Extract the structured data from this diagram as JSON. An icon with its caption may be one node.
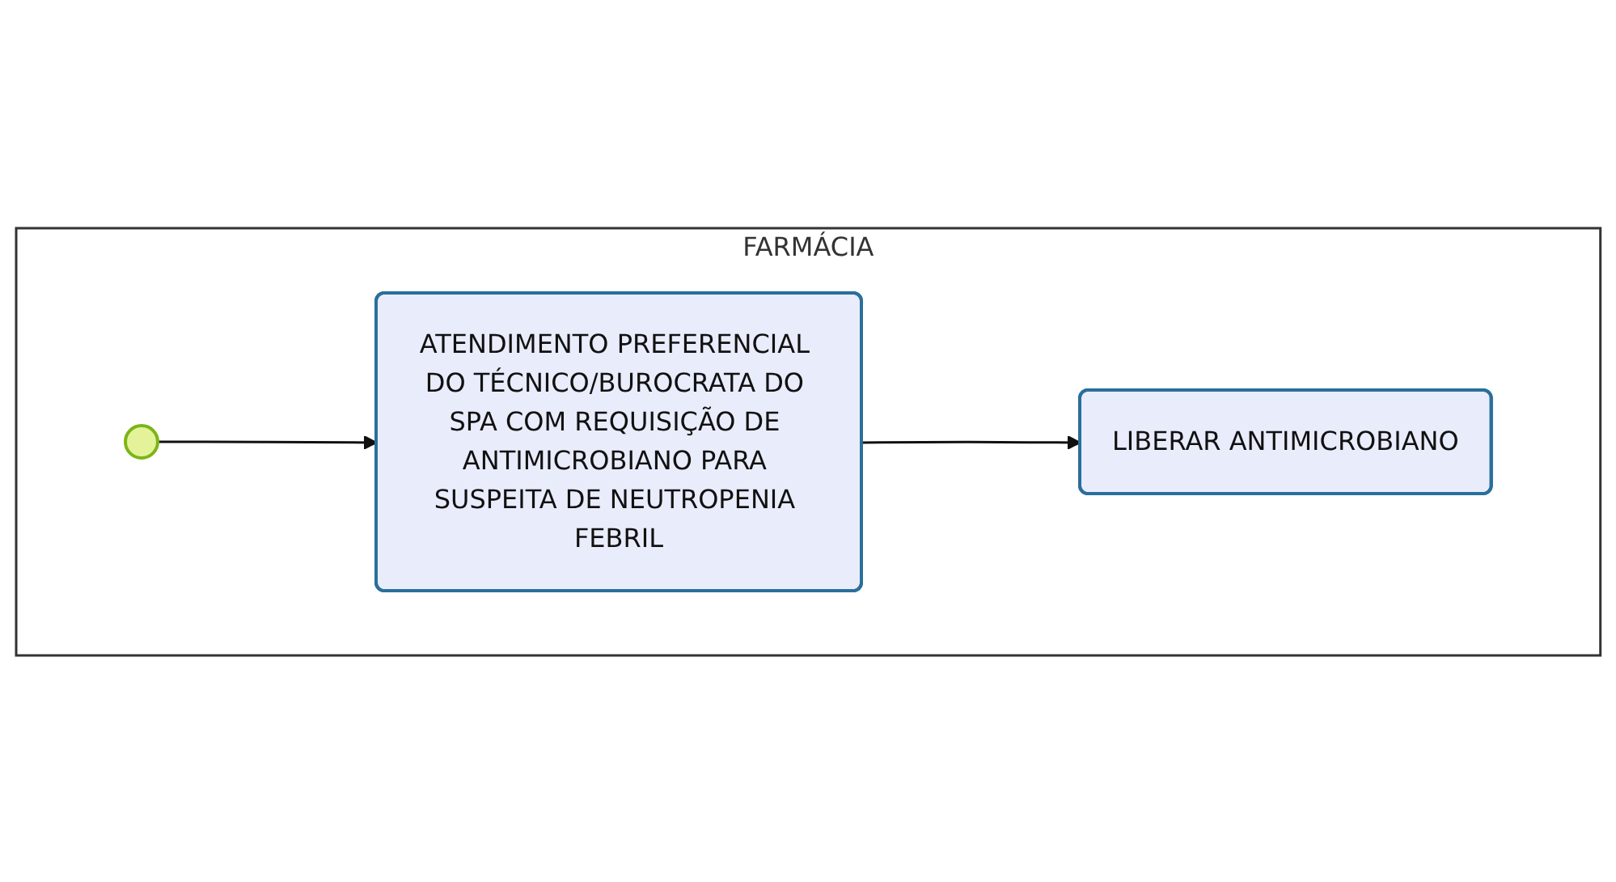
{
  "diagram": {
    "nodes": [
      {
        "text": [
          "FARMÁCIA"
        ]
      },
      {
        "text": [],
        "shape": "circle",
        "in": 0
      },
      {
        "text": [
          "ATENDIMENTO PREFERENCIAL DO TÉCNICO/BUROCRATA DO SPA COM REQUISIÇÃO DE ANTIMICROBIANO PARA SUSPEITA DE NEUTROPENIA FEBRIL"
        ],
        "in": 0
      },
      {
        "text": [
          "LIBERAR ANTIMICROBIANO"
        ],
        "in": 0
      }
    ],
    "edges": [
      {
        "from": 1,
        "to": 2,
        "arrow": "to"
      },
      {
        "from": 2,
        "to": 3,
        "arrow": "to"
      }
    ]
  }
}
